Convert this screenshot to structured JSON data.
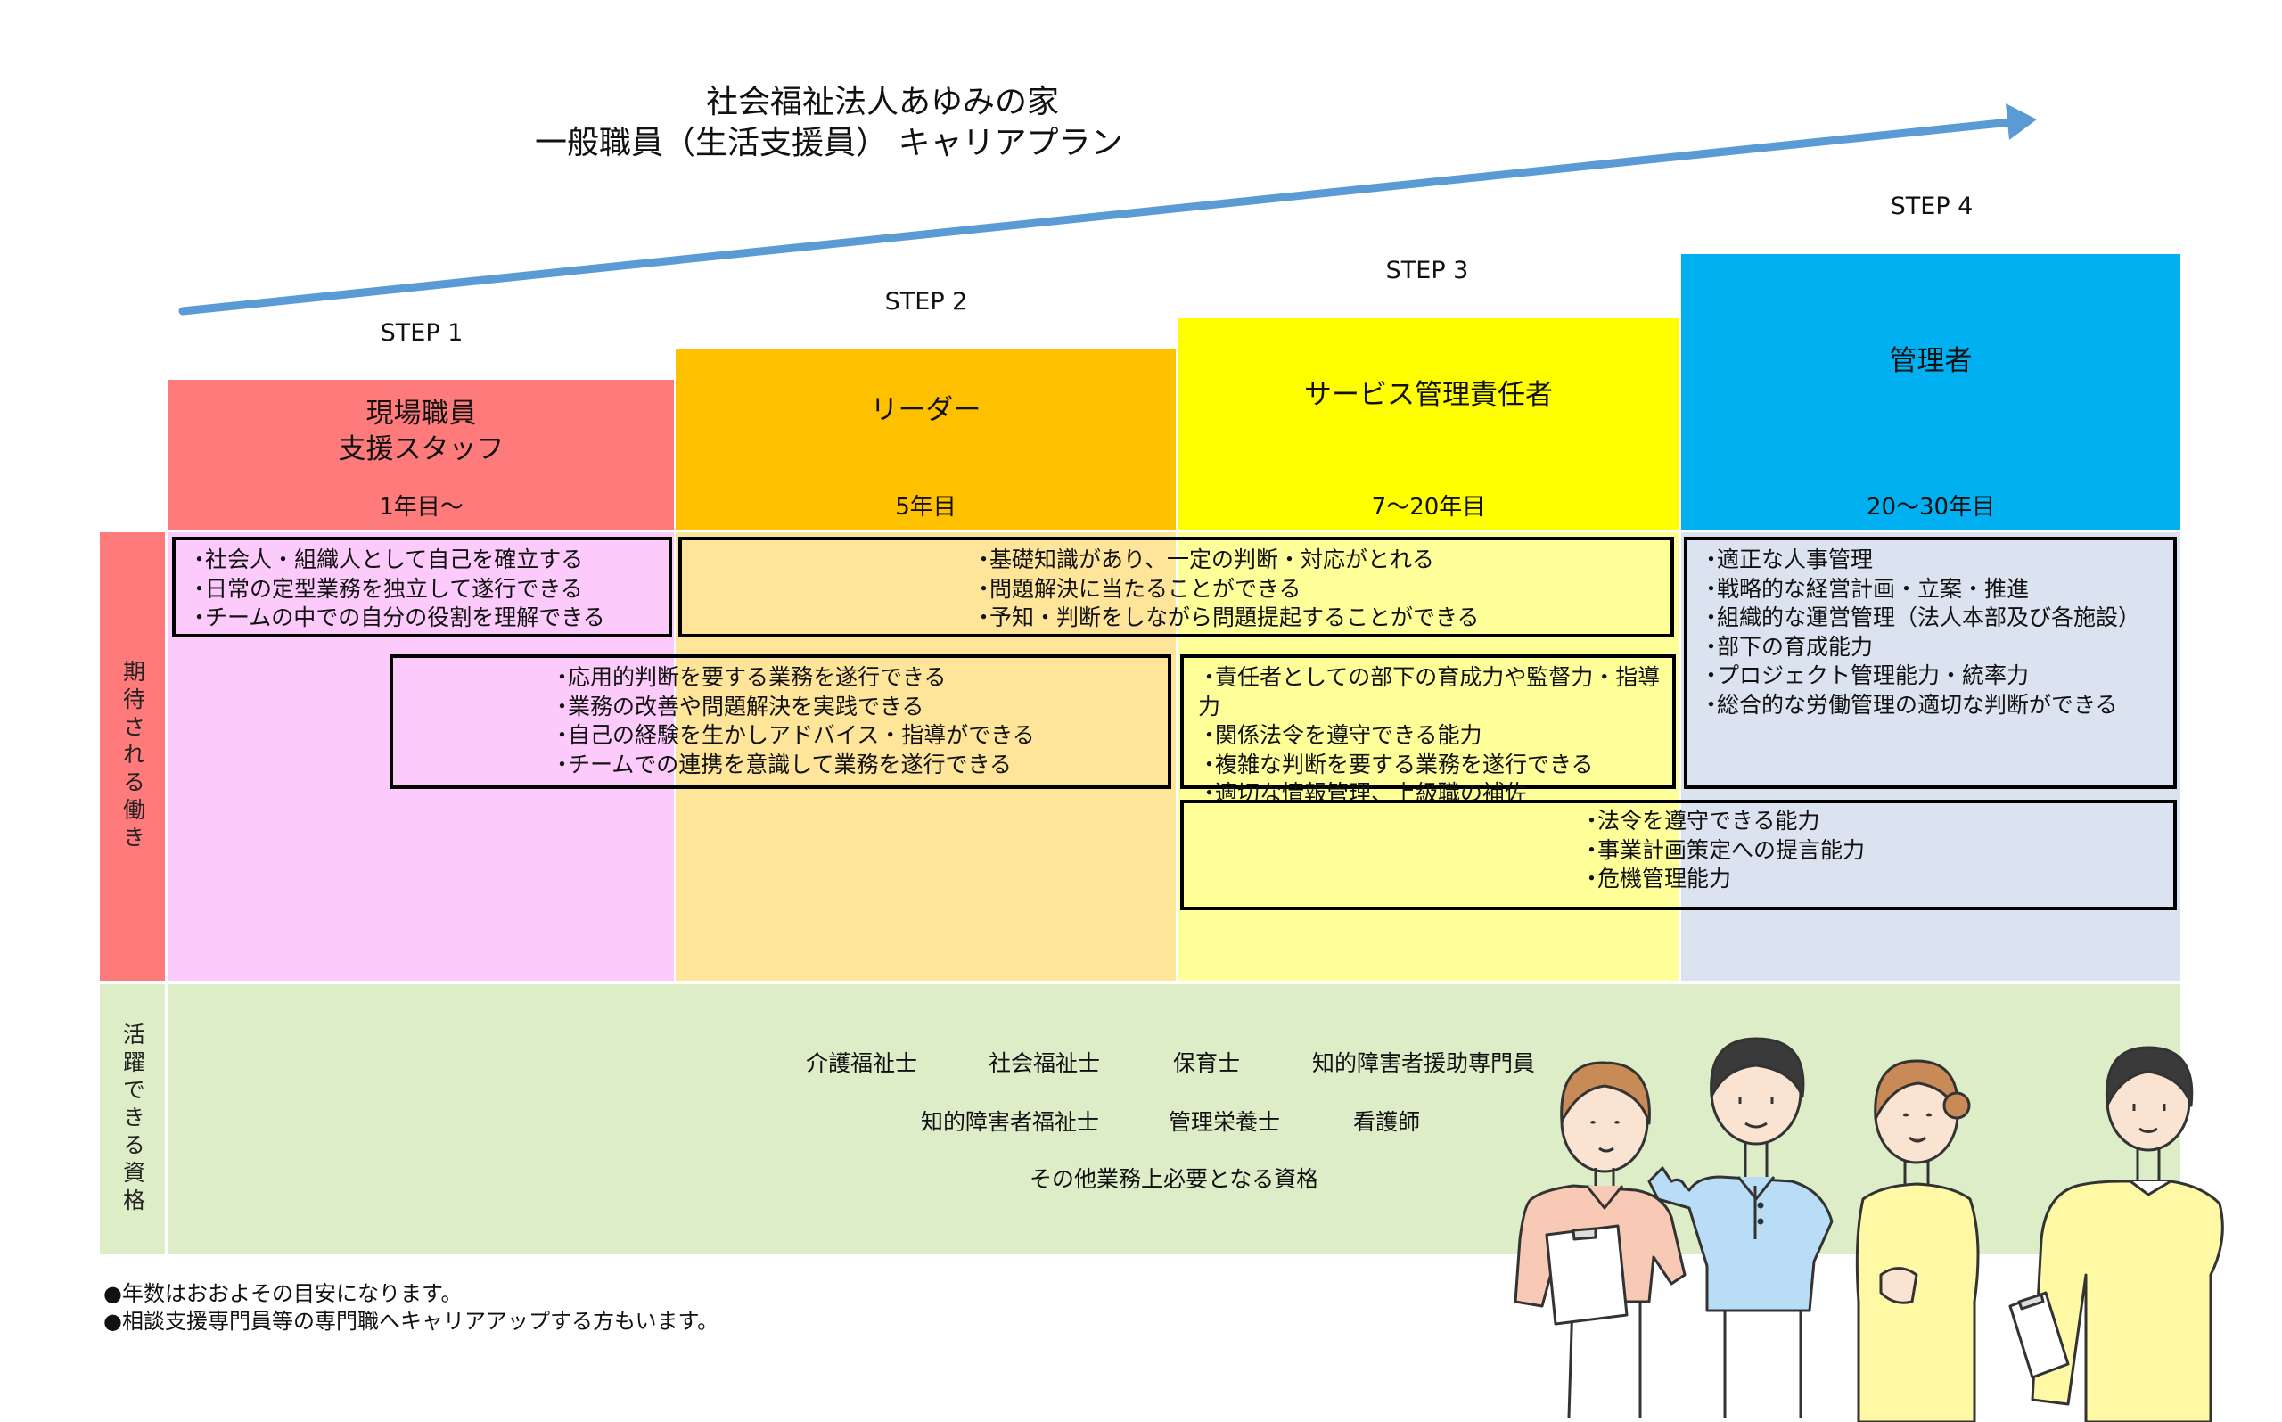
{
  "title": {
    "line1": "社会福祉法人あゆみの家",
    "line2": "一般職員（生活支援員）  キャリアプラン"
  },
  "steps": [
    {
      "step": "STEP 1",
      "name_line1": "現場職員",
      "name_line2": "支援スタッフ",
      "years": "1年目～",
      "color": "#ff7b7b",
      "light": "#fccbfc"
    },
    {
      "step": "STEP 2",
      "name_line1": "リーダー",
      "name_line2": "",
      "years": "5年目",
      "color": "#ffc000",
      "light": "#ffe59a"
    },
    {
      "step": "STEP 3",
      "name_line1": "サービス管理責任者",
      "name_line2": "",
      "years": "7～20年目",
      "color": "#ffff00",
      "light": "#ffff99"
    },
    {
      "step": "STEP 4",
      "name_line1": "管理者",
      "name_line2": "",
      "years": "20～30年目",
      "color": "#00b0f0",
      "light": "#dbe3f0"
    }
  ],
  "side_labels": {
    "expected": "期待される働き",
    "qualifications": "活躍できる資格"
  },
  "boxes": {
    "step1": [
      "社会人・組織人として自己を確立する",
      "日常の定型業務を独立して遂行できる",
      "チームの中での自分の役割を理解できる"
    ],
    "step2_top": [
      "基礎知識があり、一定の判断・対応がとれる",
      "問題解決に当たることができる",
      "予知・判断をしながら問題提起することができる"
    ],
    "step12_mid": [
      "応用的判断を要する業務を遂行できる",
      "業務の改善や問題解決を実践できる",
      "自己の経験を生かしアドバイス・指導ができる",
      "チームでの連携を意識して業務を遂行できる"
    ],
    "step3_mid": [
      "責任者としての部下の育成力や監督力・指導力",
      "関係法令を遵守できる能力",
      "複雑な判断を要する業務を遂行できる",
      "適切な情報管理、上級職の補佐"
    ],
    "step4": [
      "適正な人事管理",
      "戦略的な経営計画・立案・推進",
      "組織的な運営管理（法人本部及び各施設）",
      "部下の育成能力",
      "プロジェクト管理能力・統率力",
      "総合的な労働管理の適切な判断ができる"
    ],
    "step34_bottom": [
      "法令を遵守できる能力",
      "事業計画策定への提言能力",
      "危機管理能力"
    ]
  },
  "qualifications": {
    "row1": [
      "介護福祉士",
      "社会福祉士",
      "保育士",
      "知的障害者援助専門員"
    ],
    "row2": [
      "知的障害者福祉士",
      "管理栄養士",
      "看護師"
    ],
    "row3": "その他業務上必要となる資格"
  },
  "notes": [
    "年数はおおよその目安になります。",
    "相談支援専門員等の専門職へキャリアアップする方もいます。"
  ],
  "colors": {
    "arrow": "#5b9bd5",
    "side_red": "#ff7b7b",
    "qual_bg": "#dcedc8"
  },
  "icons": [
    "arrow-icon",
    "staff-illustration"
  ]
}
